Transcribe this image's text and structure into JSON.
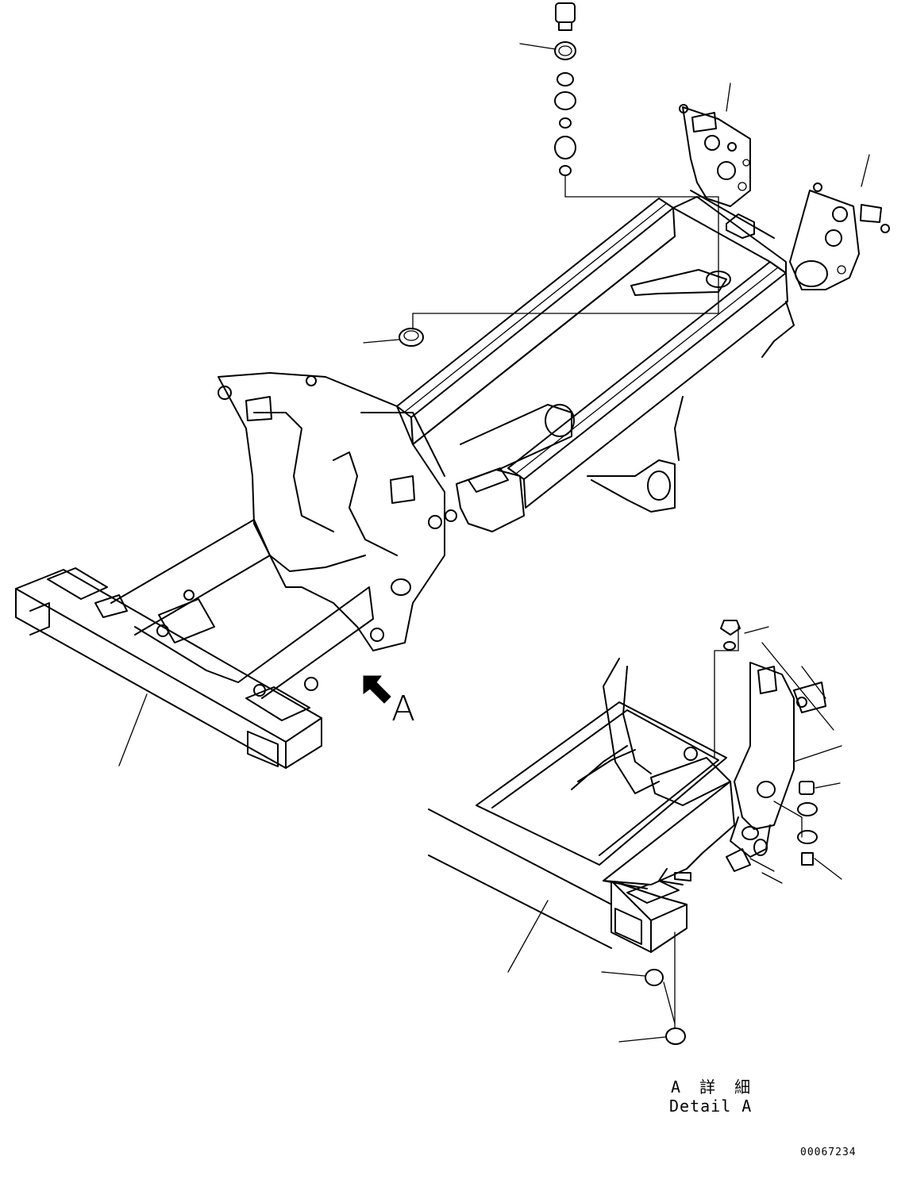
{
  "labels": {
    "view_arrow": "A",
    "detail_title_jp": "A 詳 細",
    "detail_title_en": "Detail A",
    "drawing_number": "00067234"
  },
  "colors": {
    "ink": "#000000",
    "paper": "#ffffff"
  }
}
